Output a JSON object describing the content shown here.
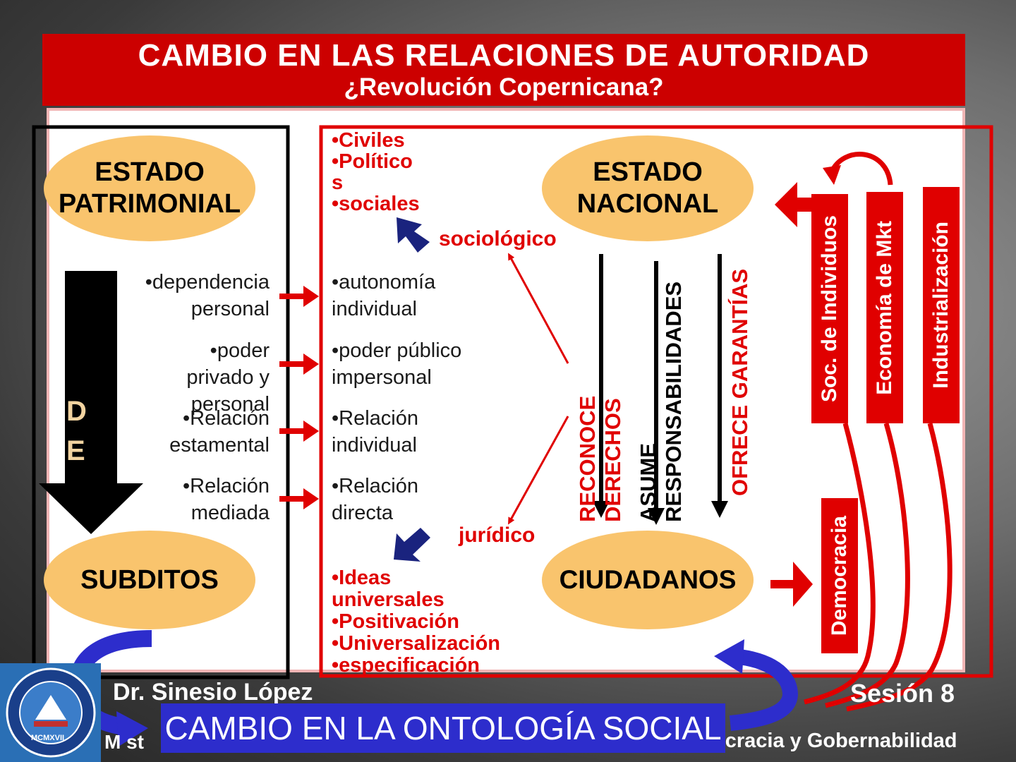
{
  "header": {
    "title": "CAMBIO EN LAS RELACIONES DE AUTORIDAD",
    "subtitle": "¿Revolución Copernicana?"
  },
  "left": {
    "estado_patrimonial": "ESTADO PATRIMONIAL",
    "subditos": "SUBDITOS",
    "de_letters": [
      "D",
      "E"
    ],
    "items": [
      {
        "l1": "•dependencia",
        "l2": "personal"
      },
      {
        "l1": "•poder",
        "l2": "privado y",
        "l3": "personal"
      },
      {
        "l1": "•Relación",
        "l2": "estamental"
      },
      {
        "l1": "•Relación",
        "l2": "mediada"
      }
    ]
  },
  "middle": {
    "rights": [
      "•Civiles",
      "•Político",
      "s",
      "•sociales"
    ],
    "sociologico": "sociológico",
    "juridico": "jurídico",
    "items": [
      {
        "l1": "•autonomía",
        "l2": "individual"
      },
      {
        "l1": "•poder público",
        "l2": "impersonal"
      },
      {
        "l1": "•Relación",
        "l2": "individual"
      },
      {
        "l1": "•Relación",
        "l2": "directa"
      }
    ],
    "ideas": [
      "•Ideas",
      "universales",
      "•Positivación",
      "•Universalización",
      "•especificación"
    ]
  },
  "right": {
    "estado_nacional": "ESTADO NACIONAL",
    "ciudadanos": "CIUDADANOS",
    "reconoce": "RECONOCE",
    "derechos": "DERECHOS",
    "asume": "ASUME",
    "responsabilidades": "RESPONSABILIDADES",
    "ofrece": "OFRECE GARANTÍAS",
    "bars": [
      "Soc. de Individuos",
      "Economía de Mkt",
      "Industrialización"
    ],
    "democracia": "Democracia"
  },
  "footer": {
    "author": "Dr. Sinesio López",
    "session": "Sesión 8",
    "left_fragment": "M  st",
    "right_fragment": "ocracia y Gobernabilidad",
    "banner": "CAMBIO EN LA ONTOLOGÍA SOCIAL",
    "seal_text": "MCMXVII"
  },
  "colors": {
    "red": "#e00000",
    "header_red": "#cc0000",
    "oval": "#f9c46d",
    "blue": "#2d2dcc",
    "navy": "#1a237e"
  }
}
